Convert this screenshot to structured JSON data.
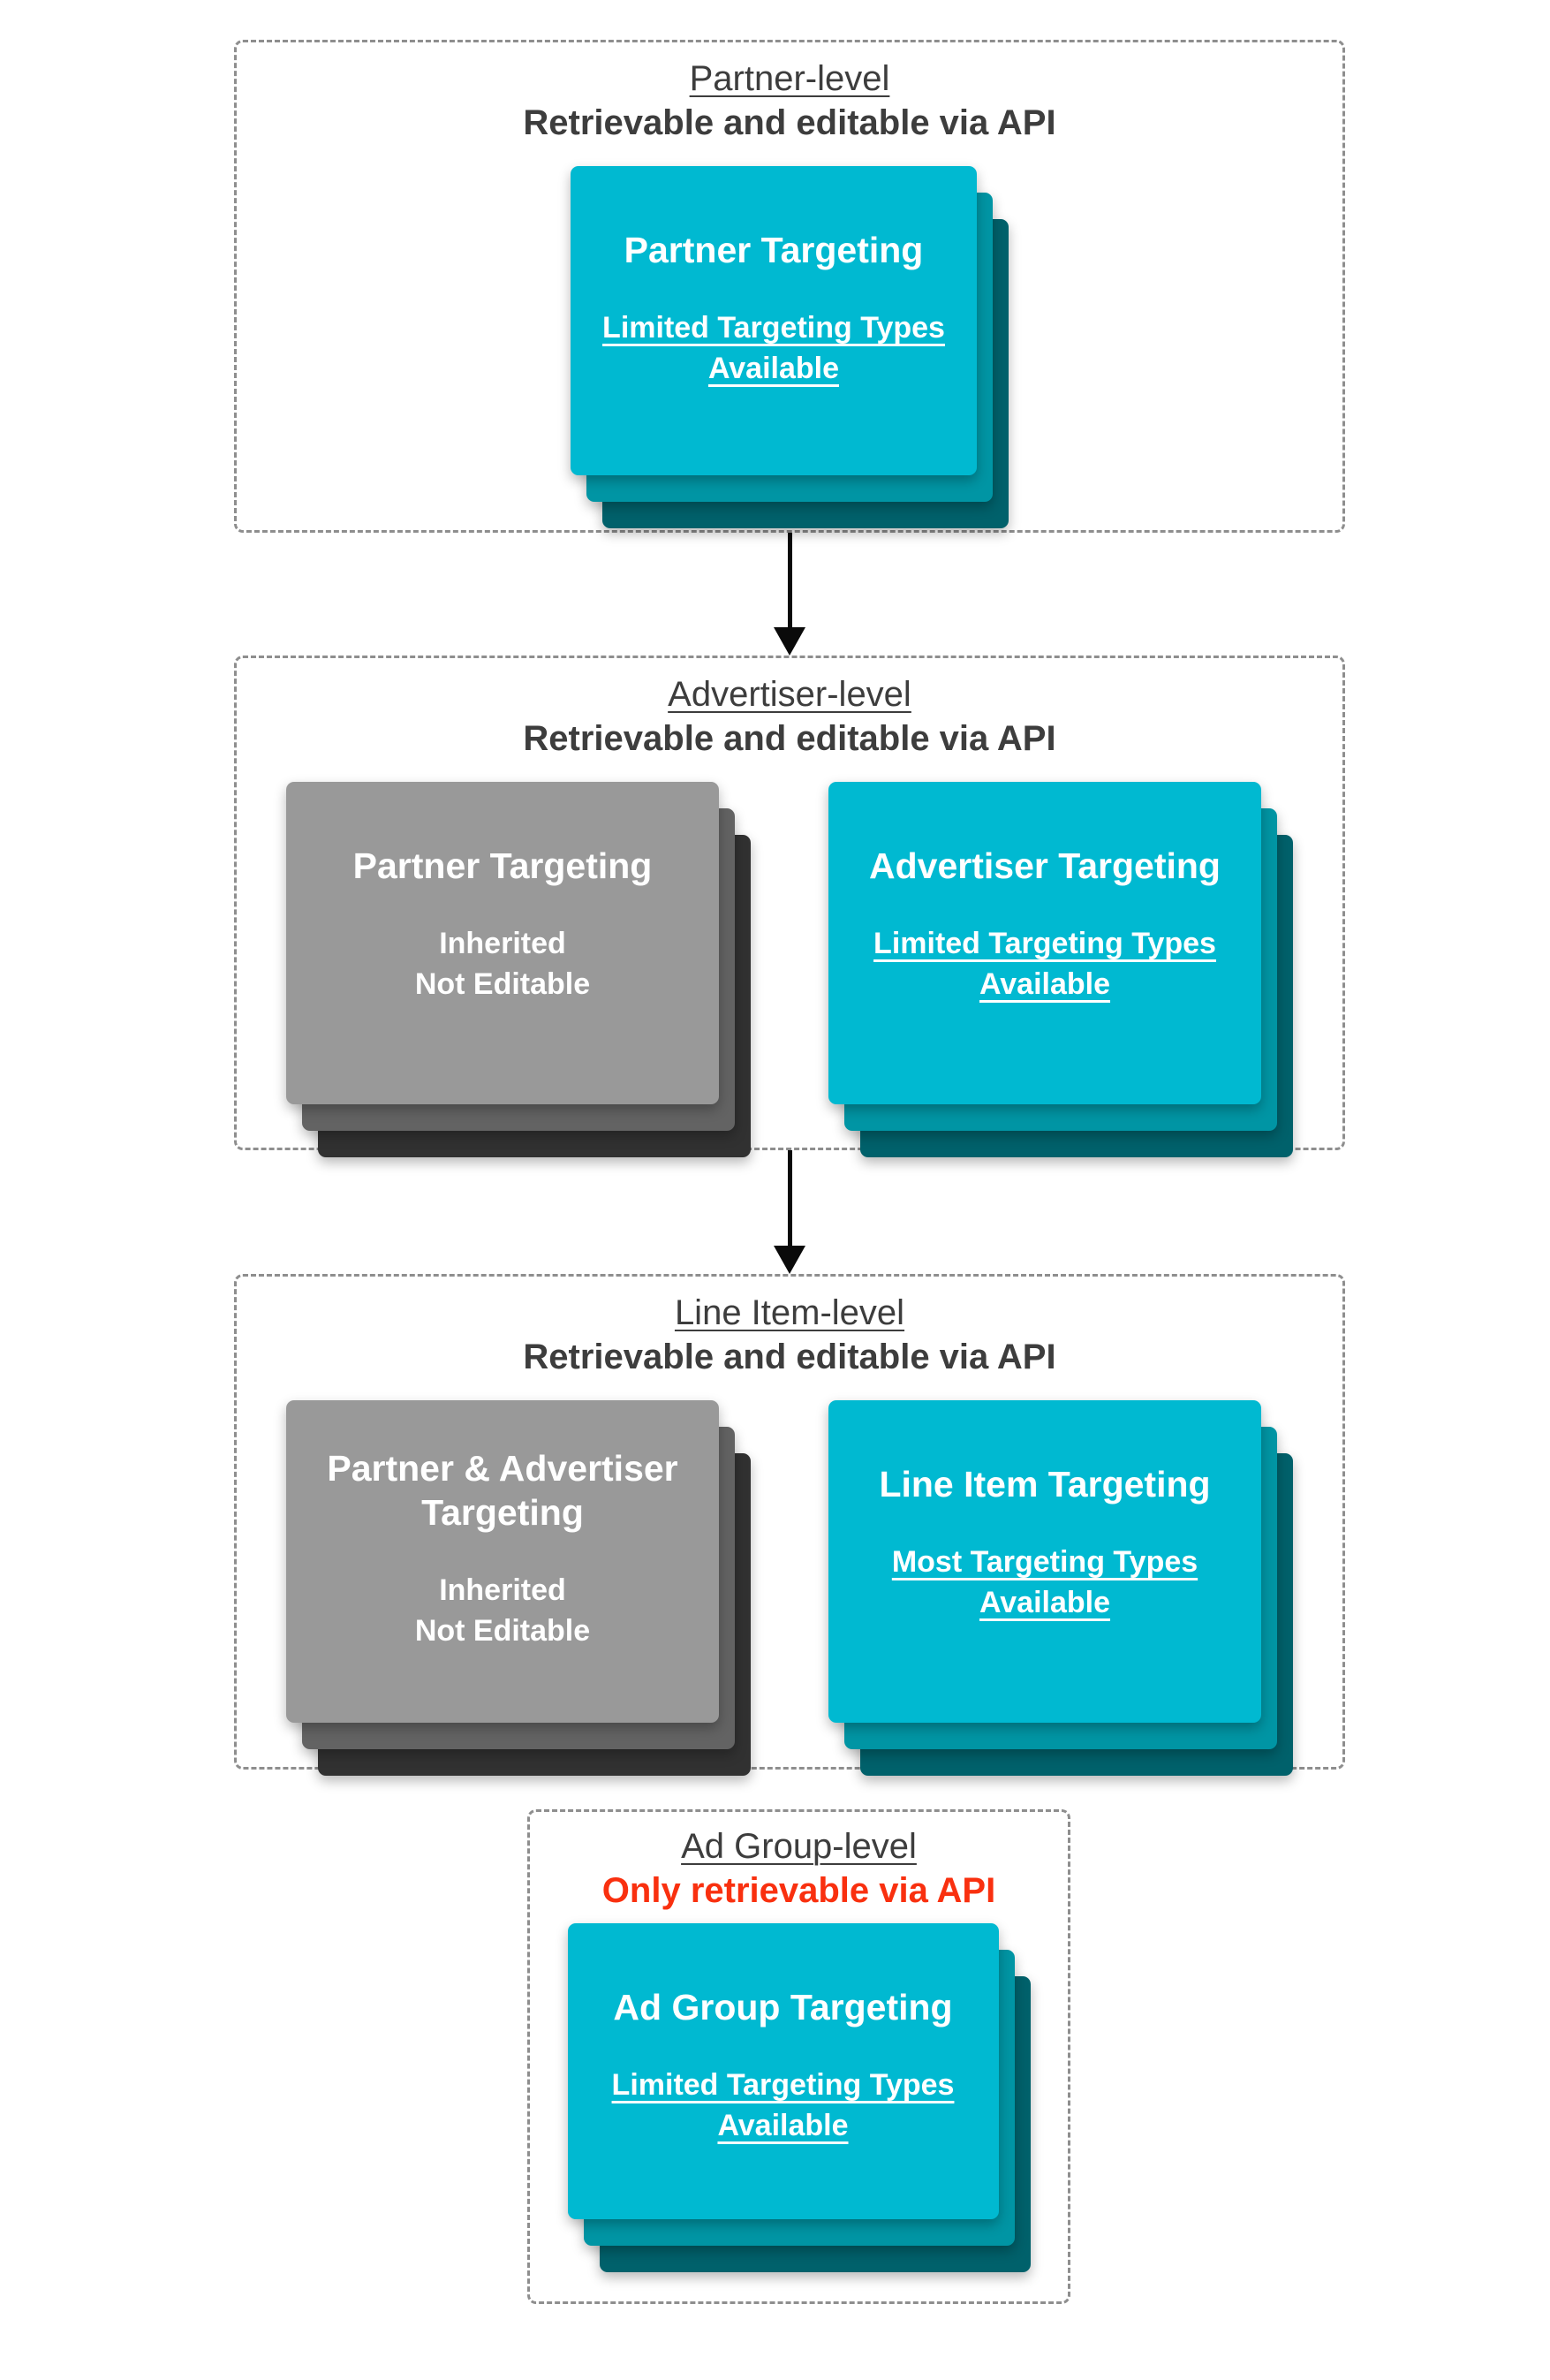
{
  "colors": {
    "cyan_card": "#00b9d1",
    "cyan_mid_layer": "#0095a4",
    "cyan_back_layer": "#00616b",
    "gray_card": "#999999",
    "gray_mid_layer": "#636363",
    "gray_back_layer": "#313131",
    "title_text": "#3d3d3d",
    "red_warning": "#f9300f",
    "dashed_border": "#8e8e8e",
    "arrow": "#0a0a0a",
    "card_text": "#ffffff"
  },
  "sections": [
    {
      "title": "Partner-level",
      "subtitle": "Retrievable and editable via API",
      "cards": [
        {
          "title_lines": [
            "Partner Targeting"
          ],
          "note_lines": [
            "Limited Targeting Types",
            "Available"
          ]
        }
      ]
    },
    {
      "title": "Advertiser-level",
      "subtitle": "Retrievable and editable via API",
      "cards": [
        {
          "title_lines": [
            "Partner Targeting"
          ],
          "note_lines": [
            "Inherited",
            "Not Editable"
          ]
        },
        {
          "title_lines": [
            "Advertiser Targeting"
          ],
          "note_lines": [
            "Limited Targeting Types",
            "Available"
          ]
        }
      ]
    },
    {
      "title": "Line Item-level",
      "subtitle": "Retrievable and editable via API",
      "cards": [
        {
          "title_lines": [
            "Partner & Advertiser",
            "Targeting"
          ],
          "note_lines": [
            "Inherited",
            "Not Editable"
          ]
        },
        {
          "title_lines": [
            "Line Item Targeting"
          ],
          "note_lines": [
            "Most Targeting Types",
            "Available"
          ]
        }
      ]
    },
    {
      "title": "Ad Group-level",
      "subtitle": "Only retrievable via API",
      "cards": [
        {
          "title_lines": [
            "Ad Group Targeting"
          ],
          "note_lines": [
            "Limited Targeting Types",
            "Available"
          ]
        }
      ]
    }
  ]
}
